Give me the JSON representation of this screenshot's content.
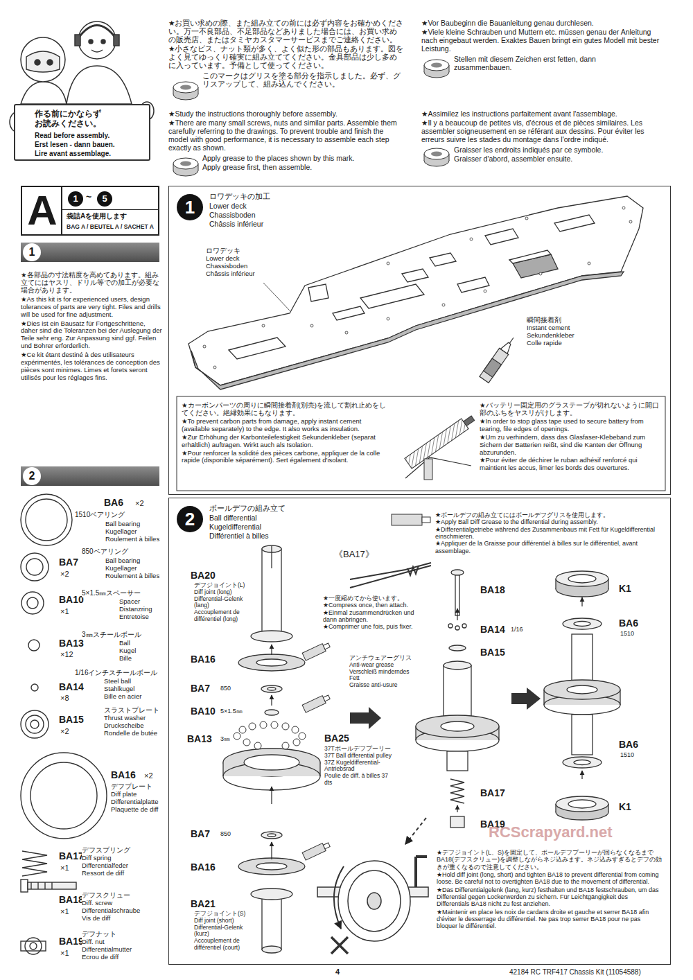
{
  "diagram": {
    "nodes": [
      {
        "text": [
          "作る前にかならず お読みください。",
          "Read before assembly.",
          "Erst lesen - dann bauen.",
          "Lire avant assemblage."
        ]
      },
      {
        "text": [
          "A",
          "1",
          "~",
          "5",
          "袋詰Aを使用します",
          "BAG A / BEUTEL A / SACHET A"
        ]
      },
      {
        "text": [
          "1"
        ]
      },
      {
        "text": [
          "2"
        ]
      },
      {
        "text": [
          "ロワデッキの加工",
          "Lower deck",
          "Chassisboden",
          "Châssis inférieur"
        ]
      },
      {
        "text": [
          "1"
        ],
        "in": 4
      },
      {
        "text": [
          "ボールデフの組み立て",
          "Ball differential",
          "Kugeldifferential",
          "Différentiel à billes"
        ]
      },
      {
        "text": [
          "2"
        ],
        "in": 6
      }
    ],
    "labels": [
      "★お買い求めの際、また組み立ての前には必ず内容をお確かめください。万一不良部品、不足部品などありました場合には、お買い求めの販売店、またはタミヤカスタマーサービスまでご連絡ください。",
      "★小さなビス、ナット類が多く、よく似た形の部品もあります。図をよく見てゆっくり確実に組み立ててください。金具部品は少し多めに入っています。予備として使ってください。",
      "このマークはグリスを塗る部分を指示しました。必ず、グリスアップして、組み込んでください。",
      "★Study the instructions thoroughly before assembly.",
      "★There are many small screws, nuts and similar parts. Assemble them carefully referring to the drawings. To prevent trouble and finish the model with good performance, it is necessary to assemble each step exactly as shown.",
      "Apply grease to the places shown by this mark.",
      "Apply grease first, then assemble.",
      "★Vor Baubeginn die Bauanleitung genau durchlesen.",
      "★Viele kleine Schrauben und Muttern etc. müssen genau der Anleitung nach eingebaut werden. Exaktes Bauen bringt ein gutes Modell mit bester Leistung.",
      "Stellen mit diesem Zeichen erst fetten, dann zusammenbauen.",
      "★Assimilez les instructions parfaitement avant l'assemblage.",
      "★Il y a beaucoup de petites vis, d'écrous et de pièces similaires. Les assembler soigneusement en se référant aux dessins. Pour éviter les erreurs suivre les stades du montage dans l'ordre indiqué.",
      "Graisser les endroits indiqués par ce symbole.",
      "Graisser d'abord, assembler ensuite.",
      "★各部品の寸法精度を高めてあります。組み立てにはヤスリ、ドリル等での加工が必要な場合があります。",
      "★As this kit is for experienced users, design tolerances of parts are very tight. Files and drills will be used for fine adjustment.",
      "★Dies ist ein Bausatz für Fortgeschrittene, daher sind die Toleranzen bei der Auslegung der Teile sehr eng. Zur Anpassung sind ggf. Feilen und Bohrer erforderlich.",
      "★Ce kit étant destiné à des utilisateurs expérimentés, les tolérances de conception des pièces sont minimes. Limes et forets seront utilisés pour les réglages fins.",
      "BA6",
      "×2",
      "1510ベアリング",
      "Ball bearing",
      "Kugellager",
      "Roulement à billes",
      "BA7",
      "×2",
      "850ベアリング",
      "Ball bearing",
      "Kugellager",
      "Roulement à billes",
      "BA10",
      "×1",
      "5×1.5㎜スペーサー",
      "Spacer",
      "Distanzring",
      "Entretoise",
      "BA13",
      "×12",
      "3㎜スチールボール",
      "Ball",
      "Kugel",
      "Bille",
      "BA14",
      "×8",
      "1/16インチスチールボール",
      "Steel ball",
      "Stahlkugel",
      "Bille en acier",
      "BA15",
      "×2",
      "スラストプレート",
      "Thrust washer",
      "Druckscheibe",
      "Rondelle de butée",
      "BA16",
      "×2",
      "デフプレート",
      "Diff plate",
      "Differentialplatte",
      "Plaquette de diff",
      "BA17",
      "×1",
      "デフスプリング",
      "Diff spring",
      "Differentialfeder",
      "Ressort de diff",
      "BA18",
      "×1",
      "デフスクリュー",
      "Diff. screw",
      "Differentialschraube",
      "Vis de diff",
      "BA19",
      "×1",
      "デフナット",
      "Diff. nut",
      "Differentialmutter",
      "Ecrou de diff",
      "ロワデッキ",
      "Lower deck",
      "Chassisboden",
      "Châssis inférieur",
      "瞬間接着剤",
      "Instant cement",
      "Sekundenkleber",
      "Colle rapide",
      "★カーボンパーツの周りに瞬間接着剤(別売)を流して割れ止めをしてください。絶縁効果にもなります。",
      "★To prevent carbon parts from damage, apply instant cement (available separately) to the edge. It also works as insulation.",
      "★Zur Erhöhung der Karbonteilefestigkeit Sekundenkleber (separat erhältlich) auftragen. Wirkt auch als Isolation.",
      "★Pour renforcer la solidité des pièces carbone, appliquer de la colle rapide (disponible séparément). Sert également d'isolant.",
      "★バッテリー固定用のグラステープが切れないように開口部のふちをヤスリがけします。",
      "★In order to stop glass tape used to secure battery from tearing, file edges of openings.",
      "★Um zu verhindern, dass das Glasfaser-Klebeband zum Sichern der Batterien reißt, sind die Kanten der Öffnung abzurunden.",
      "★Pour éviter de déchirer le ruban adhésif renforcé qui maintient les accus, limer les bords des ouvertures.",
      "《BA17》",
      "★一度縮めてから使います。",
      "★Compress once, then attach.",
      "★Einmal zusammendrücken und dann anbringen.",
      "★Comprimer une fois, puis fixer.",
      "BA20",
      "デフジョイント(L)",
      "Diff joint (long)",
      "Differential-Gelenk (lang)",
      "Accouplement de différentiel (long)",
      "BA16",
      "BA7",
      "850",
      "BA10",
      "5×1.5㎜",
      "BA13",
      "3㎜",
      "BA25",
      "37Tボールデフプーリー",
      "37T Ball differential pulley",
      "37Z Kugeldifferential-Antriebsrad",
      "Poulie de diff. à billes 37 dts",
      "BA7",
      "850",
      "BA16",
      "BA21",
      "デフジョイント(S)",
      "Diff joint (short)",
      "Differential-Gelenk (kurz)",
      "Accouplement de différentiel (court)",
      "★ボールデフの組み立てにはボールデフグリスを使用します。",
      "★Apply Ball Diff Grease to the differential during assembly.",
      "★Differentialgetriebe während des Zusammenbaus mit Fett für Kugeldifferential einschmieren.",
      "★Appliquer de la Graisse pour différentiel à billes sur le différentiel, avant assemblage.",
      "BA18",
      "BA14",
      "1/16",
      "BA15",
      "アンチウェアーグリス",
      "Anti-wear grease",
      "Verschleiß minderndes Fett",
      "Graisse anti-usure",
      "BA17",
      "BA19",
      "K1",
      "BA6",
      "1510",
      "BA6",
      "1510",
      "K1",
      "★デフジョイント(L、S)を固定して、ボールデフプーリーが回らなくなるまでBA18(デフスクリュー)を調整しながらネジ込みます。ネジ込みすぎるとデフの効きが重くなるので注意してください。",
      "★Hold diff joint (long, short) and tighten BA18 to prevent differential from coming loose. Be careful not to overtighten BA18 due to the movement of differential.",
      "★Das Differentialgelenk (lang, kurz) festhalten und BA18 festschrauben, um das Differential gegen Lockerwerden zu sichern. Für Leichtgängigkeit des Differentials BA18 nicht zu fest anziehen.",
      "★Maintenir en place les noix de cardans droite et gauche et serrer BA18 afin d'éviter le desserrage du différentiel. Ne pas trop serrer BA18 pour ne pas bloquer le différentiel.",
      "4",
      "42184 RC TRF417 Chassis Kit (11054588)",
      "RCScrapyard.net"
    ]
  }
}
